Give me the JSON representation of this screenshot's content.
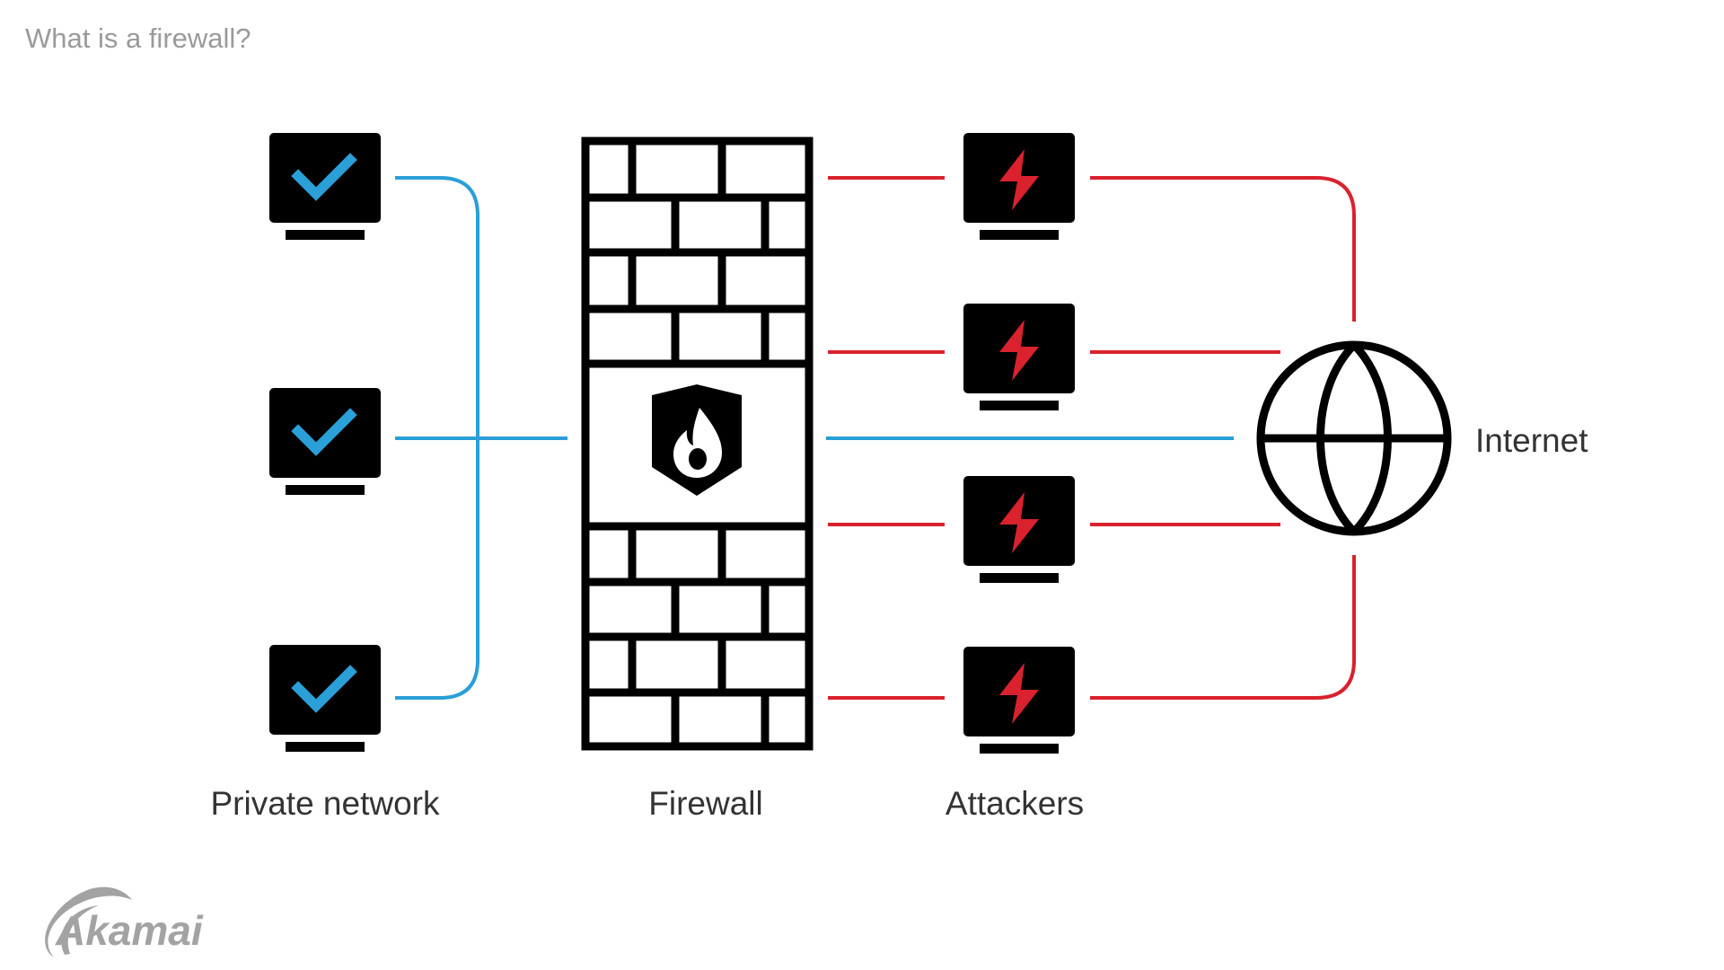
{
  "title": "What is a firewall?",
  "labels": {
    "private_network": "Private network",
    "firewall": "Firewall",
    "attackers": "Attackers",
    "internet": "Internet"
  },
  "logo": {
    "text": "Akamai"
  },
  "icons": {
    "trusted_computer": "check-monitor-icon",
    "attacker_computer": "lightning-monitor-icon",
    "firewall": "brick-wall-icon",
    "firewall_badge": "flame-shield-icon",
    "internet": "globe-icon"
  },
  "counts": {
    "trusted_computers": 3,
    "attackers": 4
  },
  "colors": {
    "allowed_traffic": "#2a9fd8",
    "blocked_traffic": "#d9222e",
    "icon": "#000000",
    "label_text": "#333333",
    "title_text": "#9a9a9a",
    "logo": "#a3a3a3"
  }
}
